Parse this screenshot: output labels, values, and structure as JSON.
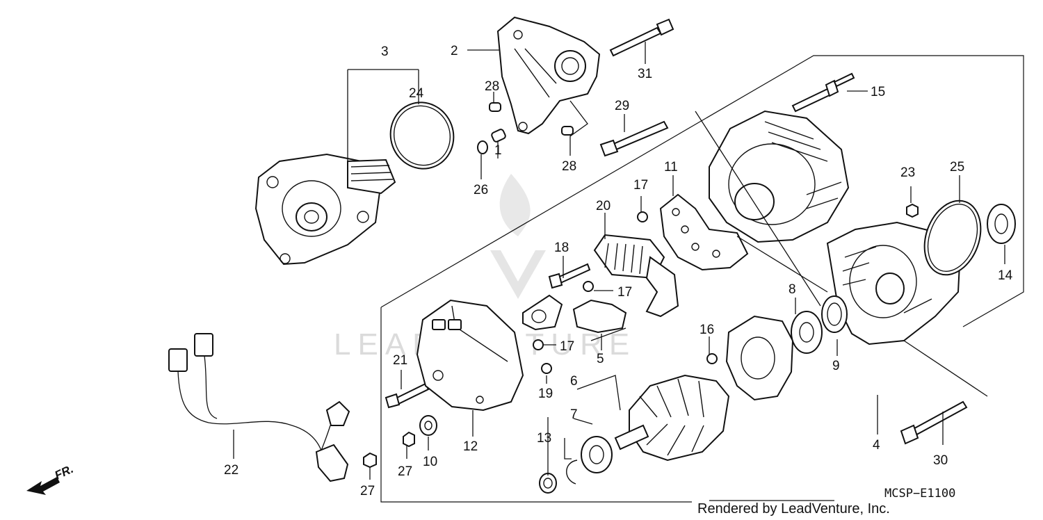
{
  "diagram": {
    "callouts": {
      "c1": "1",
      "c2": "2",
      "c3": "3",
      "c4": "4",
      "c5": "5",
      "c6": "6",
      "c7": "7",
      "c8": "8",
      "c9": "9",
      "c10": "10",
      "c11": "11",
      "c12": "12",
      "c13": "13",
      "c14": "14",
      "c15": "15",
      "c16": "16",
      "c17a": "17",
      "c17b": "17",
      "c17c": "17",
      "c18": "18",
      "c19": "19",
      "c20": "20",
      "c21": "21",
      "c22": "22",
      "c23": "23",
      "c24": "24",
      "c25": "25",
      "c26": "26",
      "c27a": "27",
      "c27b": "27",
      "c28a": "28",
      "c28b": "28",
      "c29": "29",
      "c30": "30",
      "c31": "31"
    },
    "direction_label": "FR.",
    "diagram_code": "MCSP−E1100",
    "credit": "Rendered by LeadVenture, Inc.",
    "watermark": "LEADVENTURE"
  }
}
